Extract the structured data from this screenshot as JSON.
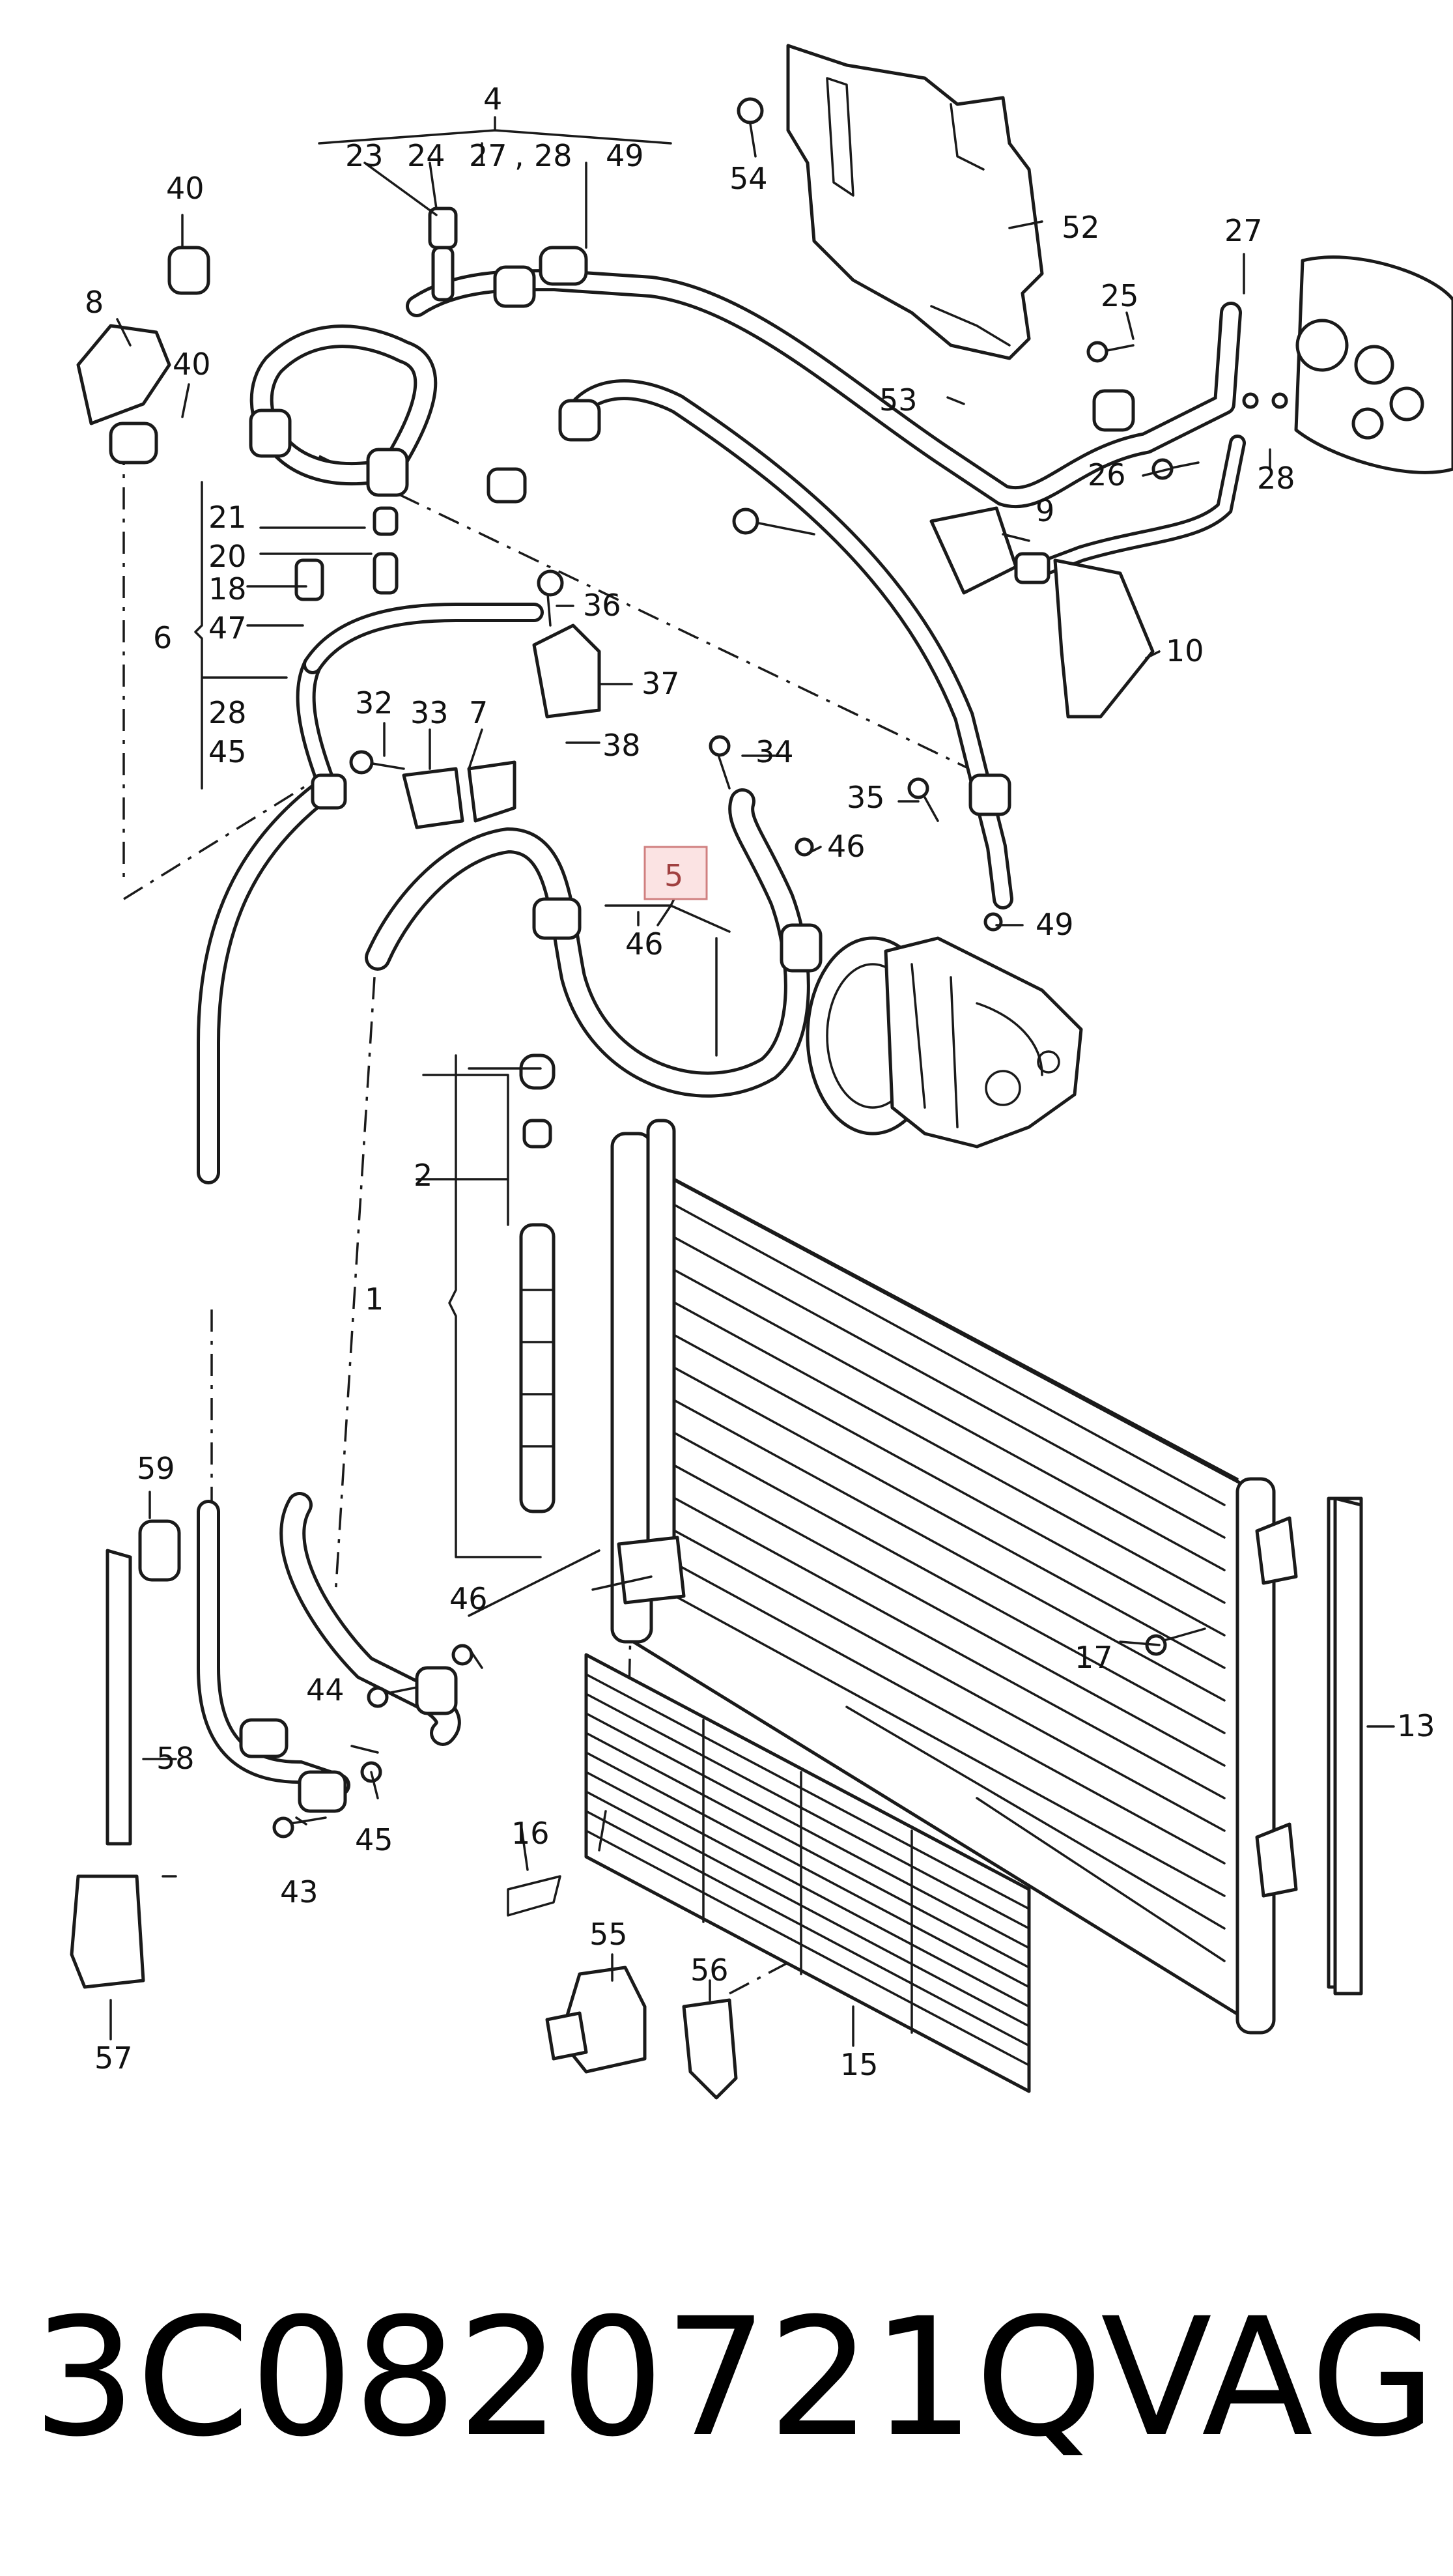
{
  "diagram": {
    "callouts": [
      "4",
      "23",
      "24",
      "27",
      ",",
      "28",
      "49",
      "54",
      "52",
      "40",
      "8",
      "40",
      "27",
      "25",
      "53",
      "26",
      "28",
      "9",
      "10",
      "21",
      "20",
      "18",
      "47",
      "6",
      "28",
      "45",
      "36",
      "37",
      "38",
      "32",
      "33",
      "7",
      "34",
      "35",
      "46",
      "5",
      "46",
      "49",
      "2",
      "1",
      "59",
      "46",
      "17",
      "13",
      "44",
      "58",
      "43",
      "45",
      "16",
      "55",
      "56",
      "15",
      "57"
    ],
    "highlighted_callout": "5",
    "highlight_color": "#e8a0a0"
  },
  "footer": {
    "part_number": "3C0820721Q",
    "brand": "VAG"
  }
}
